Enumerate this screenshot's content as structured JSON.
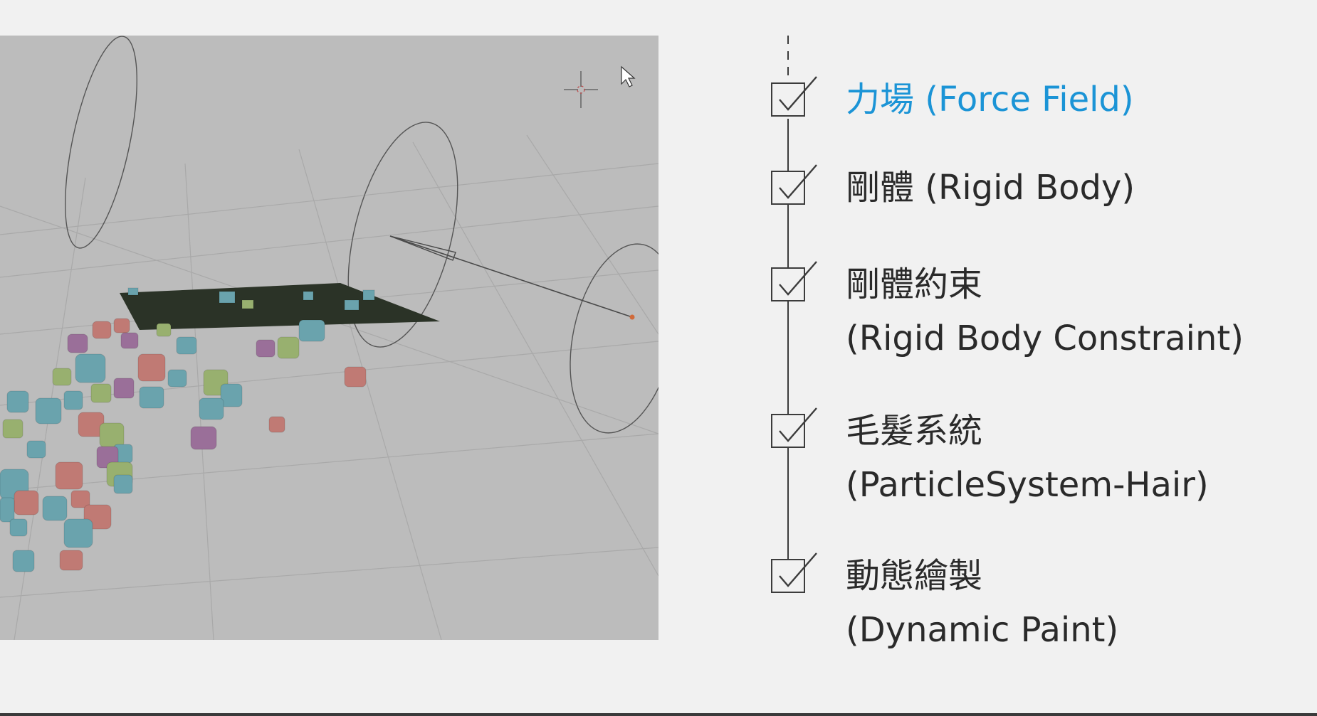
{
  "checklist": {
    "items": [
      {
        "label_line1": "力場 (Force Field)",
        "label_line2": "",
        "checked": true,
        "active": true
      },
      {
        "label_line1": "剛體 (Rigid Body)",
        "label_line2": "",
        "checked": true,
        "active": false
      },
      {
        "label_line1": "剛體約束",
        "label_line2": "(Rigid Body Constraint)",
        "checked": true,
        "active": false
      },
      {
        "label_line1": "毛髮系統",
        "label_line2": "(ParticleSystem-Hair)",
        "checked": true,
        "active": false
      },
      {
        "label_line1": "動態繪製",
        "label_line2": "(Dynamic Paint)",
        "checked": true,
        "active": false
      }
    ]
  },
  "colors": {
    "active_text": "#1b94d6",
    "text": "#2a2a2a",
    "viewport_bg": "#bcbcbc",
    "page_bg": "#f1f1f1",
    "ground_plane": "#2b3327",
    "cube_pink": "#c07a74",
    "cube_teal": "#6aa3ad",
    "cube_purple": "#9a6f99",
    "cube_green": "#98b06f"
  },
  "icons": {
    "checkbox": "check-icon",
    "cursor": "mouse-cursor-icon",
    "crosshair": "3d-cursor-icon"
  }
}
